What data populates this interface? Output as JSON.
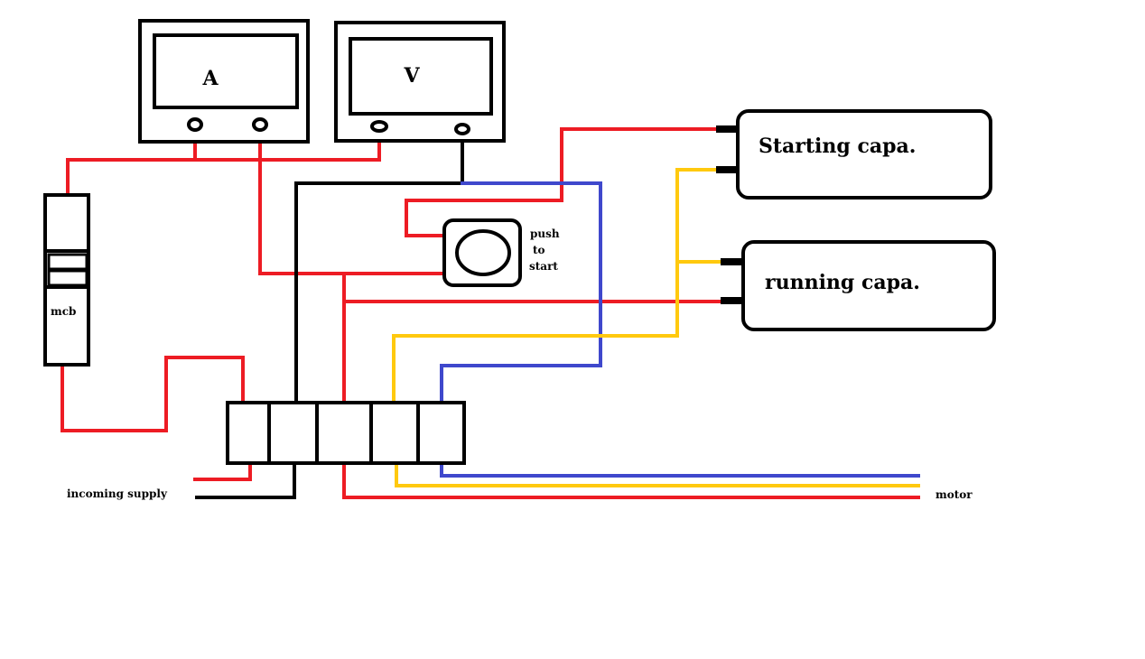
{
  "labels": {
    "ammeter": "A",
    "voltmeter": "V",
    "mcb": "mcb",
    "push_line1": "push",
    "push_line2": "to",
    "push_line3": "start",
    "starting_capacitor": "Starting capa.",
    "running_capacitor": "running capa.",
    "incoming_supply": "incoming supply",
    "motor": "motor"
  },
  "colors": {
    "wire_red": "#ed1c24",
    "wire_black": "#000000",
    "wire_blue": "#3f48cc",
    "wire_yellow": "#ffc90e",
    "outline": "#000000",
    "background": "#ffffff"
  }
}
